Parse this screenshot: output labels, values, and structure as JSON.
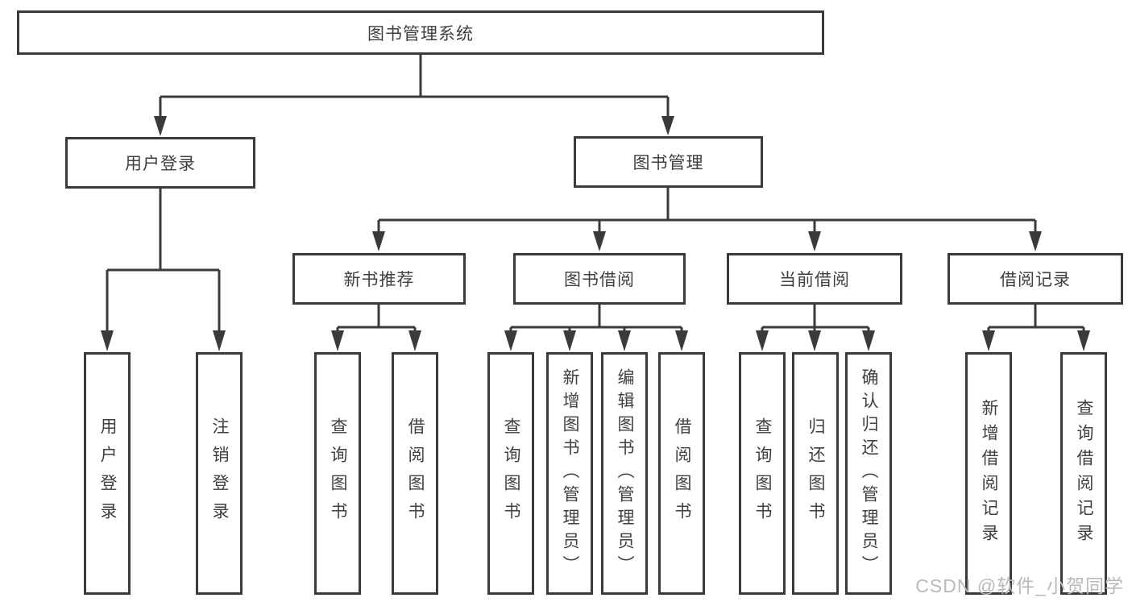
{
  "diagram": {
    "root": "图书管理系统",
    "level2": {
      "user_login": "用户登录",
      "book_mgmt": "图书管理"
    },
    "level3": {
      "new_books": "新书推荐",
      "book_borrow": "图书借阅",
      "current_borrow": "当前借阅",
      "borrow_records": "借阅记录"
    },
    "leaves": {
      "user_login_1": "用户登录",
      "user_login_2": "注销登录",
      "new_books_1": "查询图书",
      "new_books_2": "借阅图书",
      "book_borrow_1": "查询图书",
      "book_borrow_2": "新增图书（管理员）",
      "book_borrow_3": "编辑图书（管理员）",
      "book_borrow_4": "借阅图书",
      "current_borrow_1": "查询图书",
      "current_borrow_2": "归还图书",
      "current_borrow_3": "确认归还（管理员）",
      "borrow_records_1": "新增借阅记录",
      "borrow_records_2": "查询借阅记录"
    }
  },
  "watermark": "CSDN @软件_小贺同学",
  "colors": {
    "line": "#3a3a3a",
    "text": "#3f3f3f",
    "watermark": "#b6babd",
    "background": "#ffffff"
  }
}
